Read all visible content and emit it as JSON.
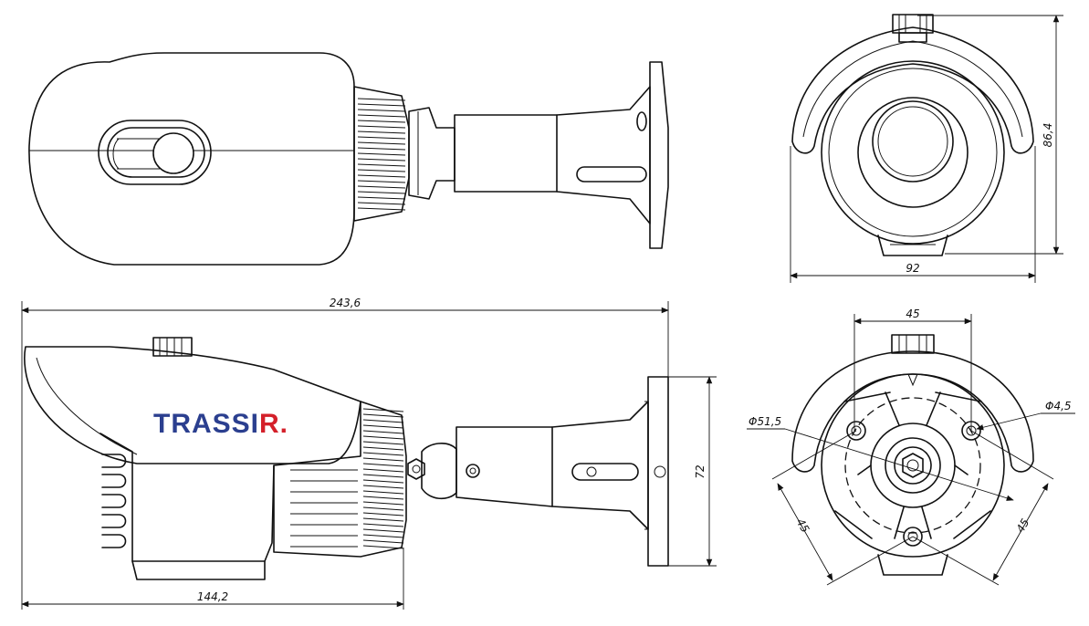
{
  "brand": {
    "logo_text": "TRASSIR",
    "logo_prefix": "TRASSI",
    "logo_suffix": "R.",
    "colors": {
      "logo_blue": "#2b3f8f",
      "logo_red": "#d4202a",
      "line": "#111111",
      "background": "#ffffff"
    }
  },
  "dimensions": {
    "total_length": "243,6",
    "housing_length": "144,2",
    "width": "92",
    "height": "86,4",
    "mount_height": "72",
    "base_spacing": "45",
    "base_diagonal_left": "45",
    "base_diagonal_right": "45",
    "base_circle_diameter": "Φ51,5",
    "hole_diameter": "Φ4,5"
  },
  "views": [
    "top-view",
    "front-view",
    "side-view",
    "base-view"
  ]
}
